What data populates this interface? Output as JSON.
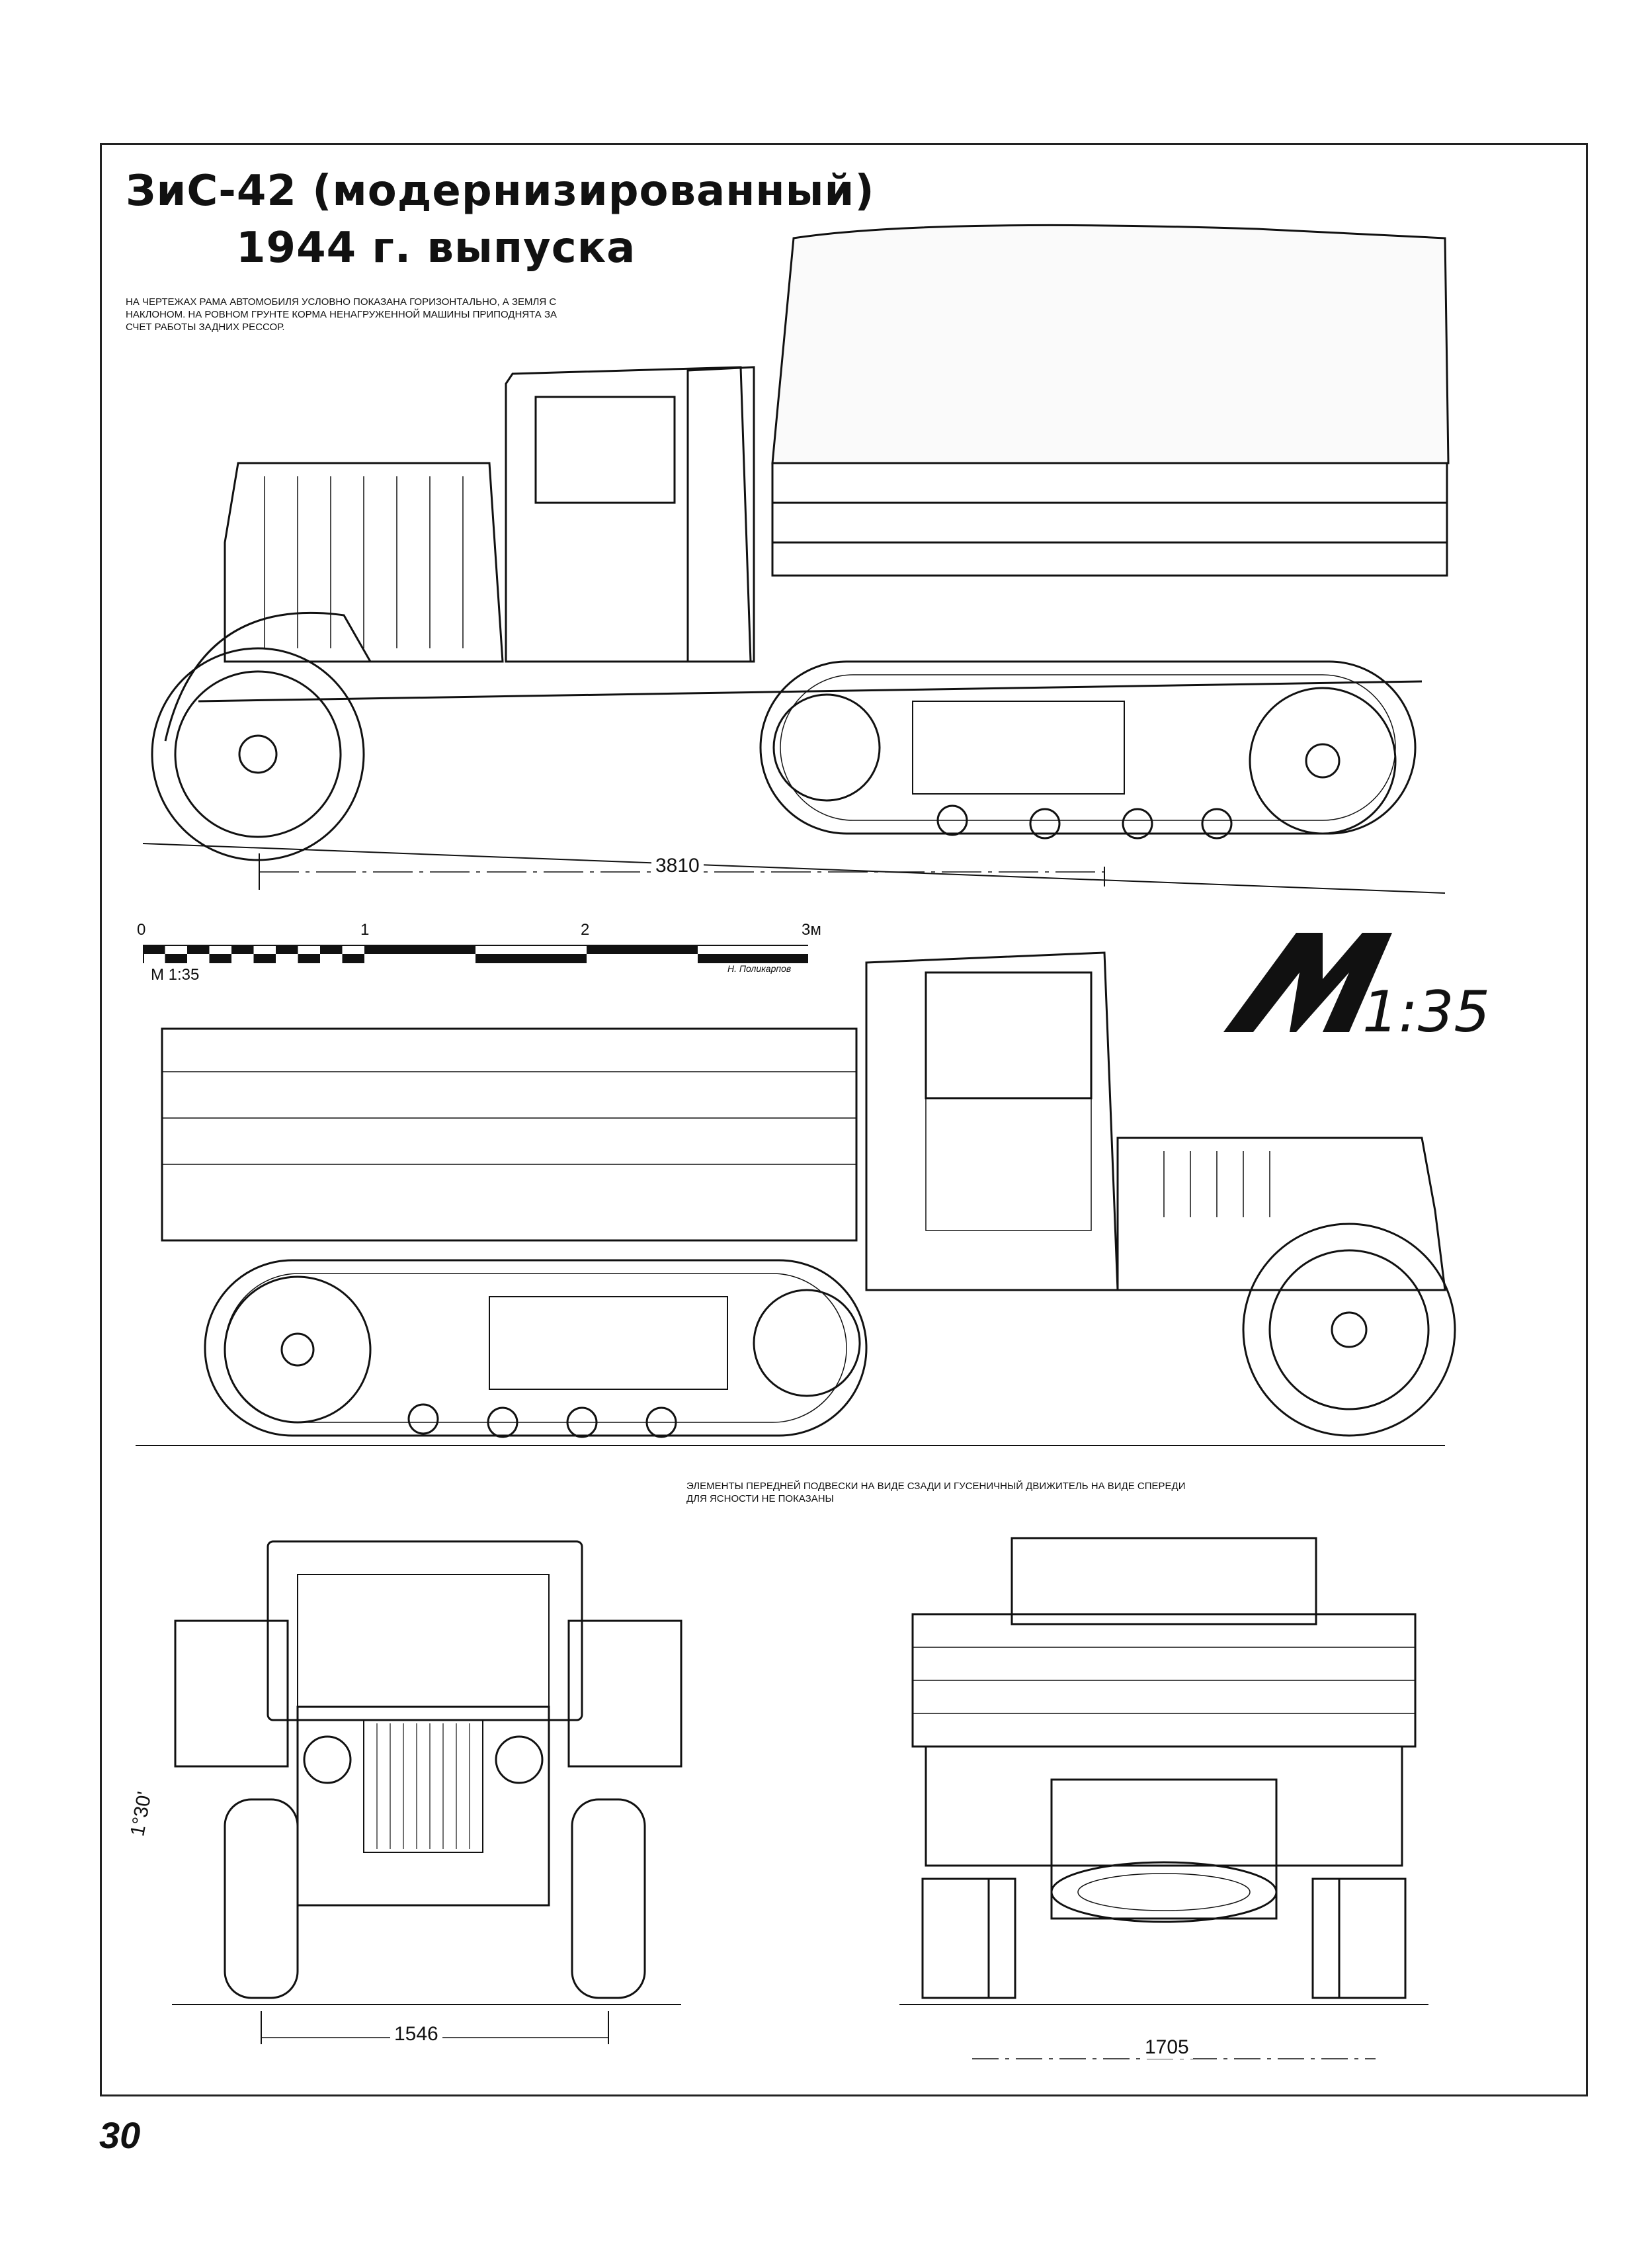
{
  "title": {
    "line1": "ЗиС-42 (модернизированный)",
    "line2": "1944 г.  выпуска"
  },
  "notes": {
    "frame_note": "На чертежах рама автомобиля условно показана горизонтально, а земля с наклоном. На ровном грунте корма ненагруженной машины приподнята за счет работы задних рессор.",
    "views_note": "Элементы передней подвески на виде сзади и гусеничный движитель на виде спереди для ясности не показаны"
  },
  "dimensions": {
    "wheelbase": "3810",
    "front_track": "1546",
    "rear_track": "1705",
    "tilt_angle": "1°30'"
  },
  "scale_bar": {
    "ticks": [
      "0",
      "1",
      "2",
      "3м"
    ],
    "label": "М 1:35",
    "author": "Н. Поликарпов"
  },
  "logo": {
    "letter": "M",
    "scale": "1:35"
  },
  "page_number": "30"
}
